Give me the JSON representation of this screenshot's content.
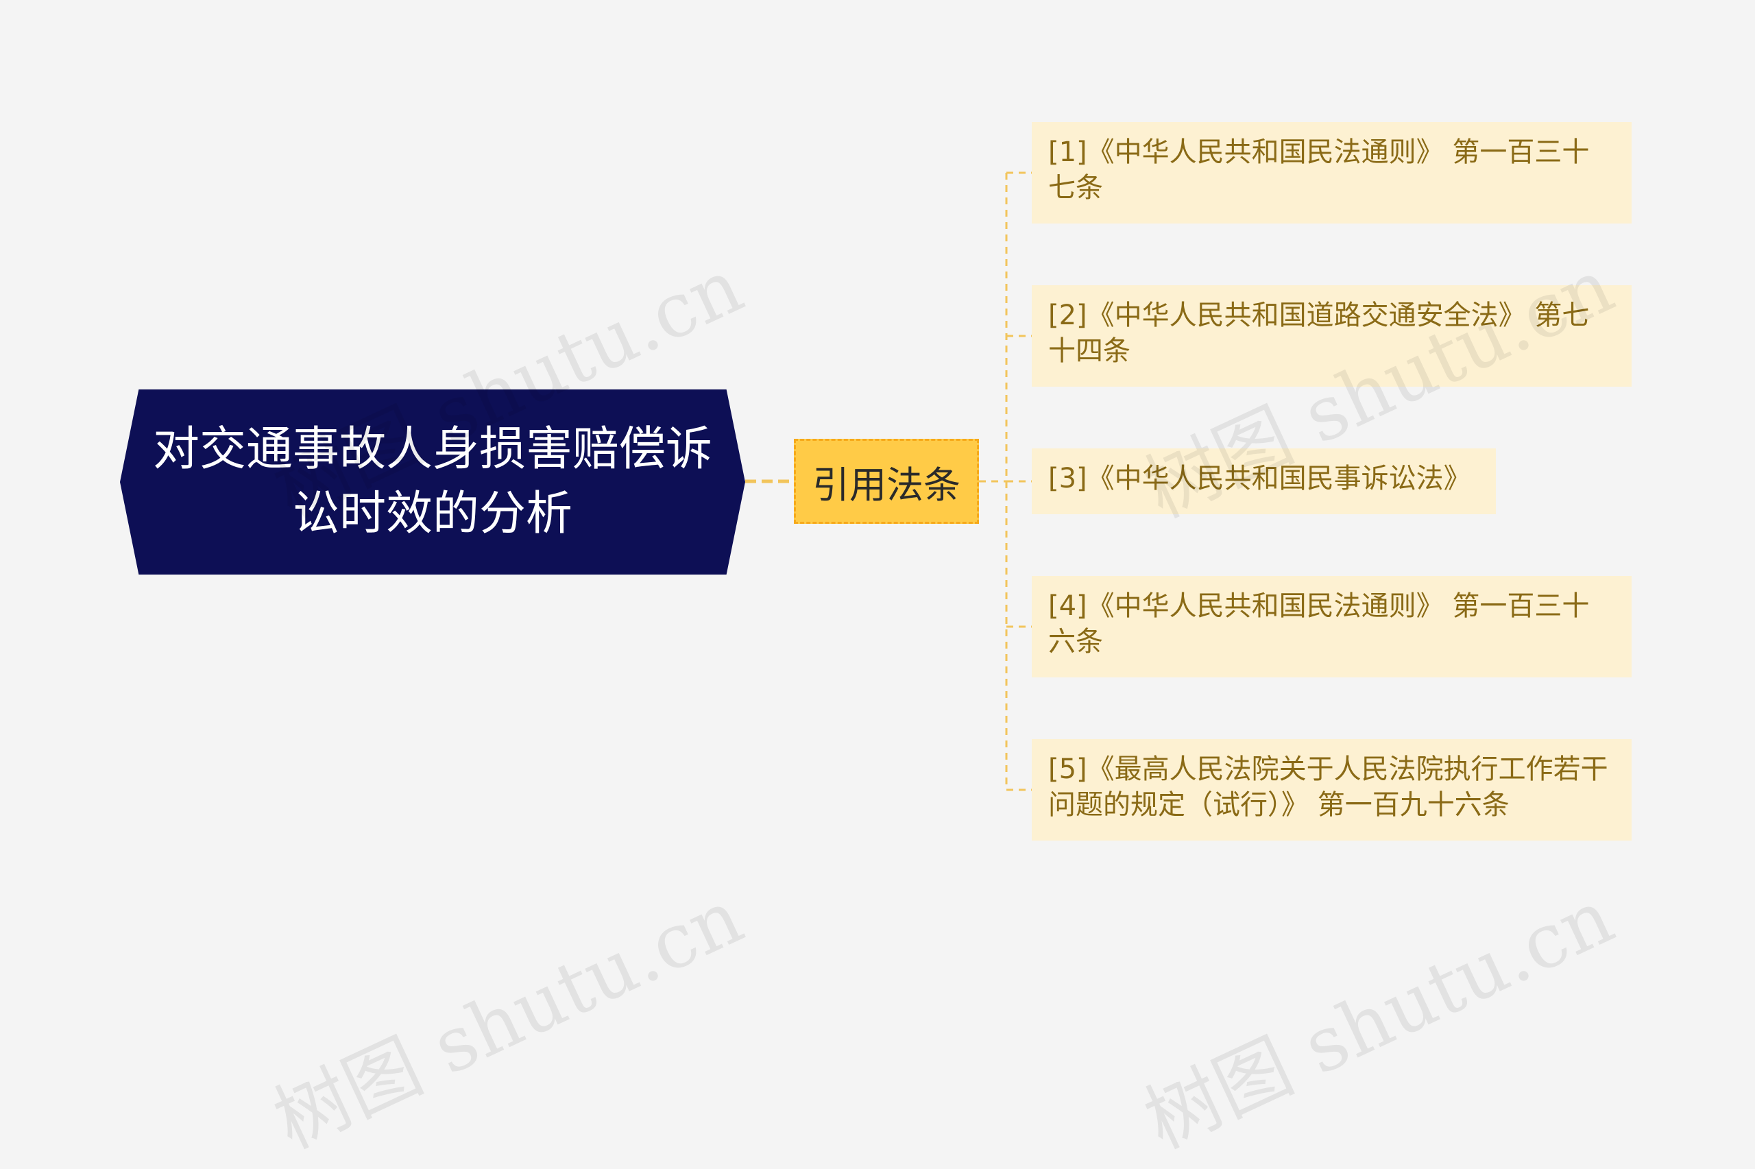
{
  "root": {
    "title": "对交通事故人身损害赔偿诉讼时效的分析"
  },
  "branch": {
    "label": "引用法条"
  },
  "leaves": [
    {
      "text": "[1]《中华人民共和国民法通则》 第一百三十七条"
    },
    {
      "text": "[2]《中华人民共和国道路交通安全法》 第七十四条"
    },
    {
      "text": "[3]《中华人民共和国民事诉讼法》"
    },
    {
      "text": "[4]《中华人民共和国民法通则》 第一百三十六条"
    },
    {
      "text": "[5]《最高人民法院关于人民法院执行工作若干问题的规定（试行）》 第一百九十六条"
    }
  ],
  "watermark": "树图 shutu.cn",
  "colors": {
    "background": "#f4f4f4",
    "root_fill": "#0d0f55",
    "branch_fill": "#ffcb47",
    "branch_border": "#f6a91a",
    "leaf_fill": "#fdf1d2",
    "leaf_text": "#8a6a16",
    "connector": "#f2c55c"
  }
}
